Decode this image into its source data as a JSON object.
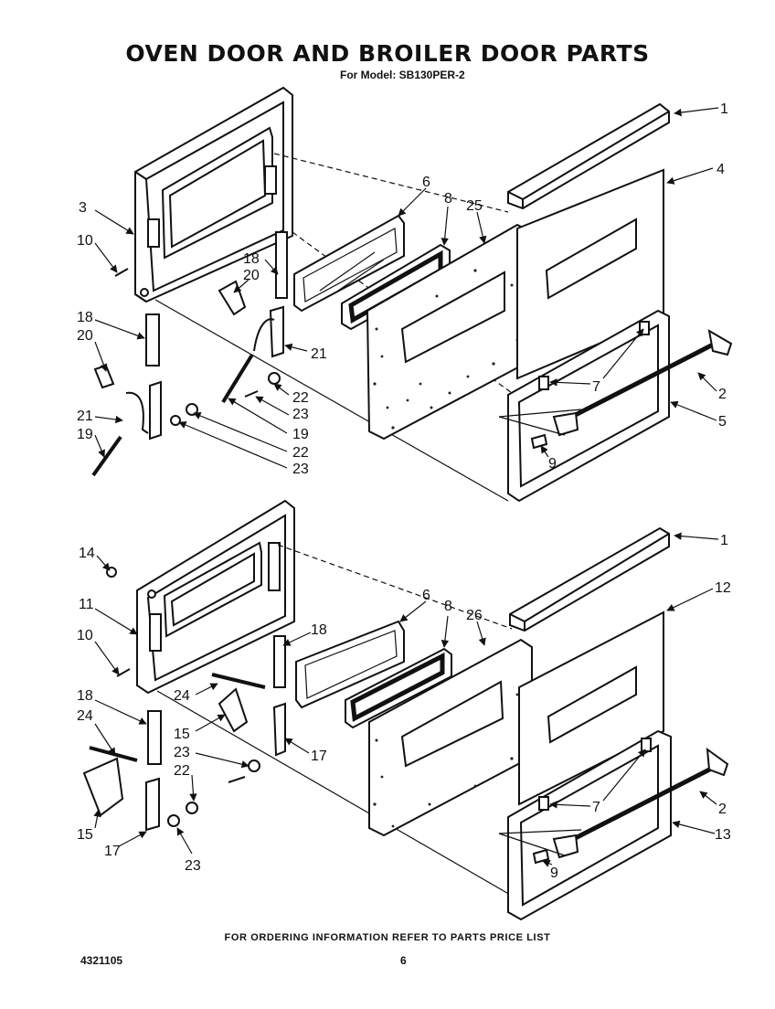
{
  "header": {
    "title": "OVEN DOOR AND BROILER DOOR PARTS",
    "model": "For Model: SB130PER-2"
  },
  "footer": {
    "ordering_note": "FOR ORDERING INFORMATION REFER TO PARTS PRICE LIST",
    "doc_number": "4321105",
    "page_number": "6"
  },
  "callouts": {
    "top": [
      "1",
      "4",
      "3",
      "10",
      "6",
      "8",
      "25",
      "18",
      "20",
      "18",
      "20",
      "21",
      "7",
      "2",
      "22",
      "23",
      "5",
      "21",
      "19",
      "19",
      "22",
      "23",
      "9"
    ],
    "bottom": [
      "1",
      "14",
      "12",
      "6",
      "8",
      "26",
      "11",
      "18",
      "10",
      "24",
      "18",
      "24",
      "15",
      "17",
      "23",
      "22",
      "7",
      "2",
      "15",
      "13",
      "17",
      "23",
      "9"
    ]
  }
}
